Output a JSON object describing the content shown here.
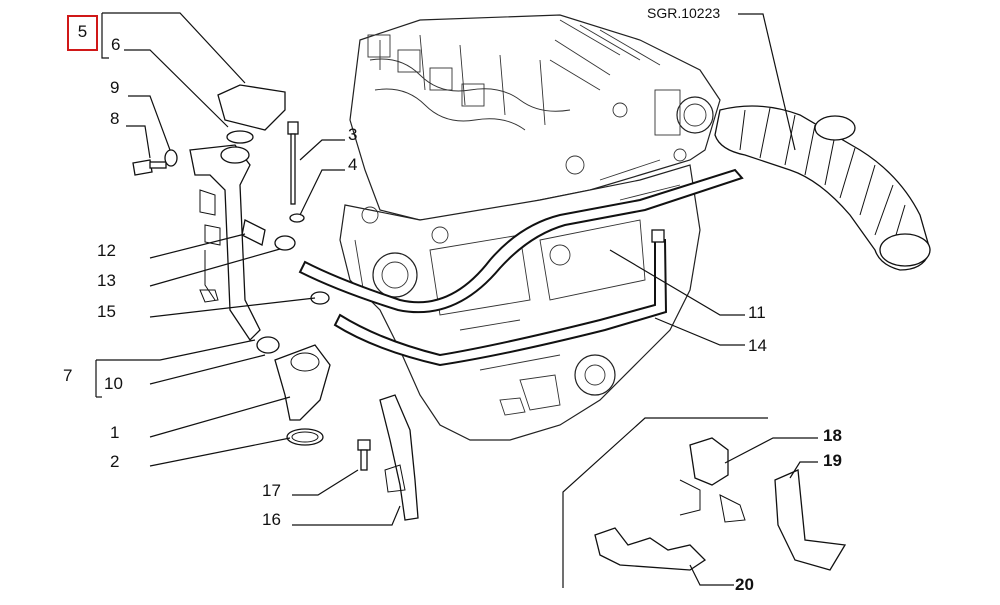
{
  "drawing_ref": "SGR.10223",
  "callouts": {
    "c5": "5",
    "c6": "6",
    "c9": "9",
    "c8": "8",
    "c3": "3",
    "c4": "4",
    "c12": "12",
    "c13": "13",
    "c15": "15",
    "c7": "7",
    "c10": "10",
    "c1": "1",
    "c2": "2",
    "c17": "17",
    "c16": "16",
    "c11": "11",
    "c14": "14",
    "c18": "18",
    "c19": "19",
    "c20": "20"
  },
  "highlighted_callout": "5",
  "colors": {
    "highlight_border": "#d01818",
    "line": "#111111",
    "background": "#ffffff"
  }
}
